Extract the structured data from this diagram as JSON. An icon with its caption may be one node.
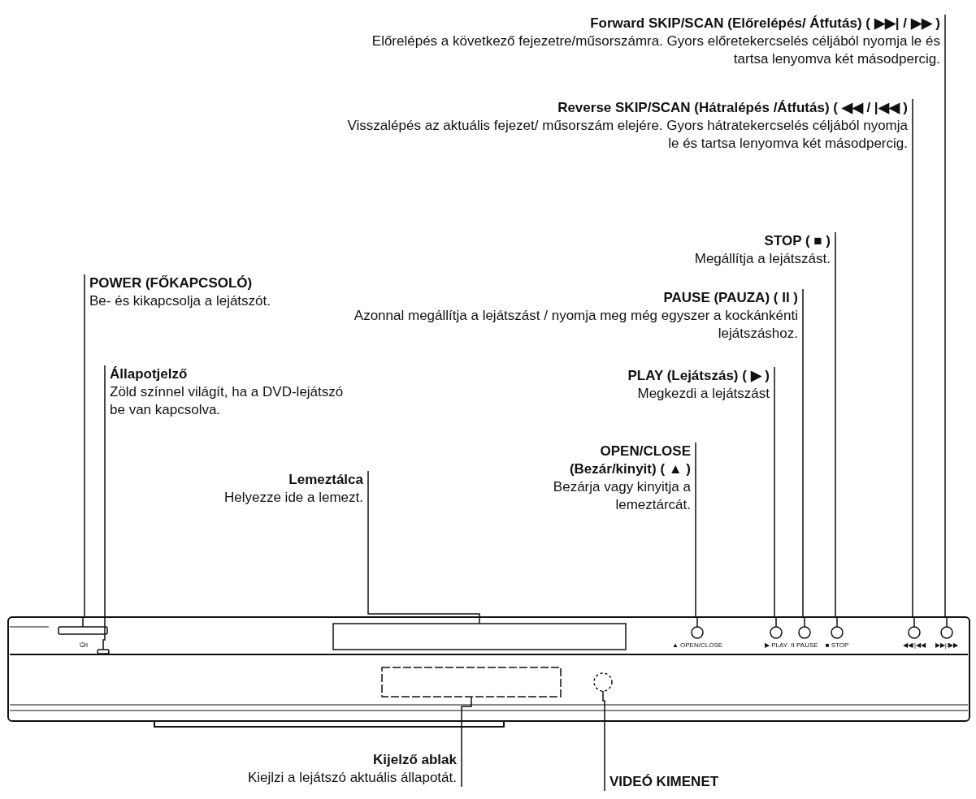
{
  "diagram": {
    "nodes": [
      {
        "text": [
          "Forward SKIP/SCAN (Előrelépés/ Átfutás) ( ▶▶| / ▶▶ )",
          "Előrelépés a következő fejezetre/műsorszámra. Gyors előretekercselés céljából nyomja le és tartsa lenyomva két másodpercig."
        ]
      },
      {
        "text": [
          "Reverse SKIP/SCAN (Hátralépés /Átfutás) ( ◀◀ / |◀◀ )",
          "Visszalépés az aktuális fejezet/ műsorszám elejére. Gyors hátratekercselés céljából nyomja le és tartsa lenyomva két másodpercig."
        ]
      },
      {
        "text": [
          "STOP ( ■ )",
          "Megállítja a lejátszást."
        ]
      },
      {
        "text": [
          "POWER (FŐKAPCSOLÓ)",
          "Be- és kikapcsolja a lejátszót."
        ]
      },
      {
        "text": [
          "PAUSE (PAUZA) ( II )",
          "Azonnal megállítja a lejátszást / nyomja meg még egyszer a kockánkénti lejátszáshoz."
        ]
      },
      {
        "text": [
          "Állapotjelző",
          "Zöld színnel világít, ha a DVD-lejátszó be van kapcsolva."
        ]
      },
      {
        "text": [
          "PLAY (Lejátszás) ( ▶ )",
          "Megkezdi a lejátszást"
        ]
      },
      {
        "text": [
          "Lemeztálca",
          "Helyezze ide a lemezt."
        ]
      },
      {
        "text": [
          "OPEN/CLOSE (Bezár/kinyit) ( ▲ )",
          "Bezárja vagy kinyitja a lemeztárcát."
        ]
      },
      {
        "text": [],
        "shape": "bar"
      },
      {
        "text": [],
        "shape": "bar"
      },
      {
        "text": [],
        "shape": "box"
      },
      {
        "text": [],
        "shape": "circle"
      },
      {
        "text": [],
        "shape": "circle"
      },
      {
        "text": [],
        "shape": "circle"
      },
      {
        "text": [],
        "shape": "circle"
      },
      {
        "text": [],
        "shape": "circle"
      },
      {
        "text": [],
        "shape": "circle"
      },
      {
        "text": [],
        "shape": "box"
      },
      {
        "text": [],
        "shape": "circle"
      },
      {
        "text": [
          "Kijelző ablak",
          "Kiejlzi a lejátszó aktuális állapotát."
        ]
      },
      {
        "text": [
          "VIDEÓ KIMENET"
        ]
      }
    ],
    "edges": [
      {
        "from": 0,
        "to": 17,
        "arrow": "none"
      },
      {
        "from": 1,
        "to": 16,
        "arrow": "none"
      },
      {
        "from": 2,
        "to": 15,
        "arrow": "none"
      },
      {
        "from": 3,
        "to": 9,
        "arrow": "none"
      },
      {
        "from": 4,
        "to": 14,
        "arrow": "none"
      },
      {
        "from": 5,
        "to": 10,
        "arrow": "none"
      },
      {
        "from": 6,
        "to": 13,
        "arrow": "none"
      },
      {
        "from": 7,
        "to": 11,
        "arrow": "none"
      },
      {
        "from": 8,
        "to": 12,
        "arrow": "none"
      },
      {
        "from": 20,
        "to": 18,
        "arrow": "none"
      },
      {
        "from": 21,
        "to": 19,
        "arrow": "none"
      }
    ],
    "labels": [
      "⏻/I",
      "▲ OPEN/CLOSE",
      "▶ PLAY",
      "II PAUSE",
      "■ STOP",
      "◀◀/|◀◀",
      "▶▶|/▶▶"
    ]
  }
}
